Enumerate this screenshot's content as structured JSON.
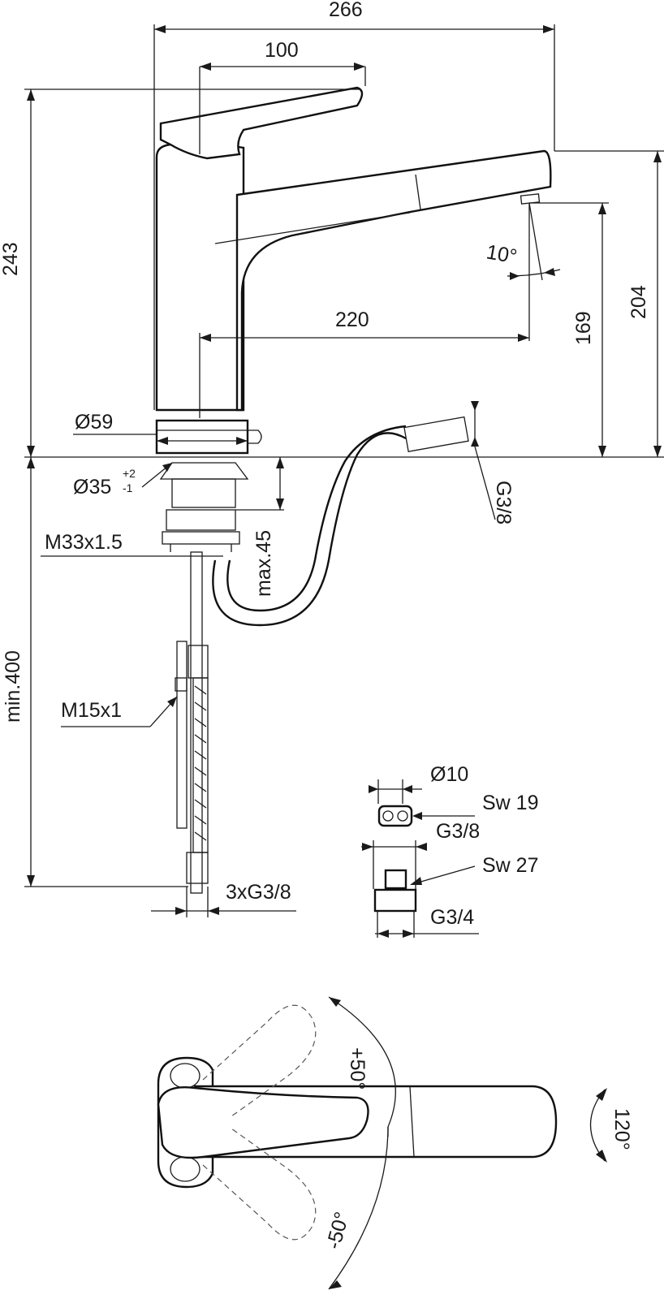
{
  "dimensions": {
    "overall_width": "266",
    "lever_reach": "100",
    "total_height": "243",
    "spout_reach": "220",
    "outlet_height": "204",
    "outlet_clearance": "169",
    "spout_angle": "10°",
    "base_diameter": "Ø59",
    "hole_diameter": "Ø35",
    "hole_tol_upper": "+2",
    "hole_tol_lower": "-1",
    "thread_mount": "M33x1.5",
    "max_deck": "max.45",
    "hose_min": "min.400",
    "thread_tail": "M15x1",
    "connections": "3xG3/8",
    "hose_thread": "G3/8"
  },
  "adapter": {
    "diameter": "Ø10",
    "sw_small": "Sw 19",
    "thread_small": "G3/8",
    "sw_large": "Sw 27",
    "thread_large": "G3/4"
  },
  "top_view": {
    "angle_plus": "+50°",
    "angle_minus": "-50°",
    "rotation": "120°"
  }
}
